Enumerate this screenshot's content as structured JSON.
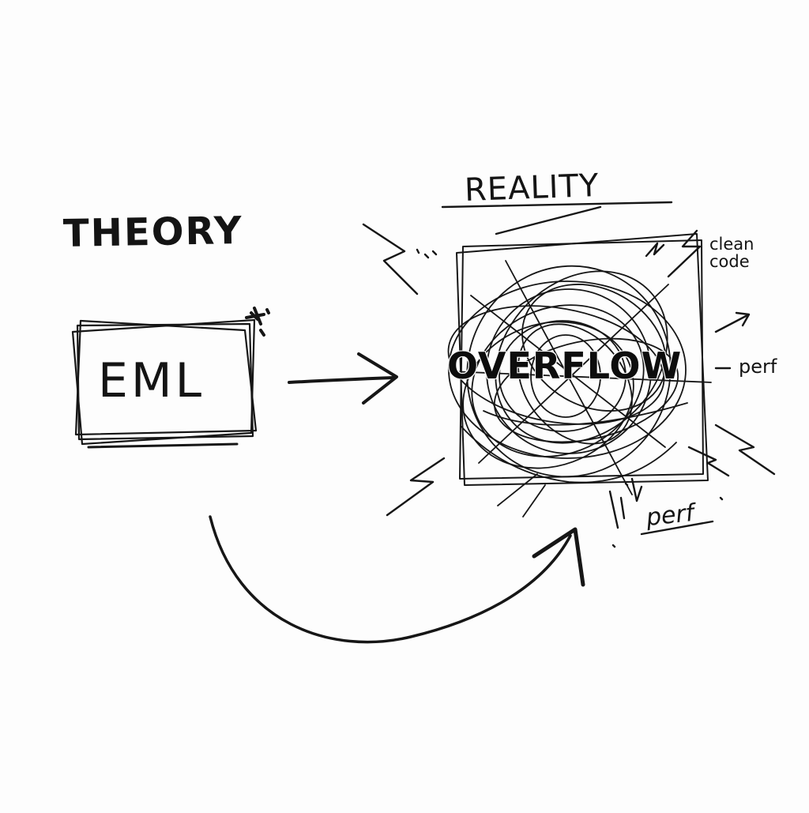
{
  "diagram": {
    "theory_label": "THEORY",
    "reality_label": "REALITY",
    "eml_box_label": "EML",
    "overflow_label": "OVERFLOW",
    "notes": {
      "clean_code": "clean code",
      "perf_right": "perf",
      "perf_bottom": "perf"
    }
  },
  "colors": {
    "ink": "#161616",
    "paper": "#fdfdfd"
  }
}
